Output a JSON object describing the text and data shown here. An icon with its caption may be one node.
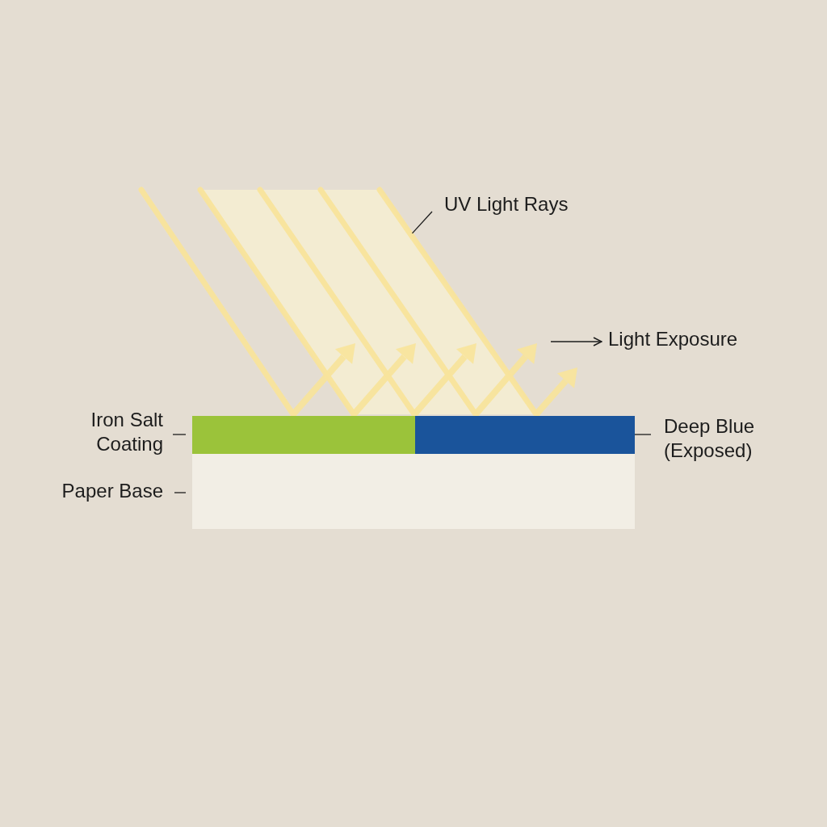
{
  "diagram": {
    "nodes": [
      {
        "text": [
          "UV Light Rays"
        ]
      },
      {
        "text": [],
        "shape": "picture"
      },
      {
        "text": [
          "Light Exposure"
        ]
      },
      {
        "text": [
          "Iron Salt Coating"
        ]
      },
      {
        "text": [],
        "shape": "bar"
      },
      {
        "text": [],
        "shape": "bar"
      },
      {
        "text": [
          "Deep Blue (Exposed)"
        ]
      },
      {
        "text": [
          "Paper Base"
        ]
      },
      {
        "text": [],
        "shape": "box"
      }
    ],
    "edges": [
      {
        "from": 0,
        "to": 1,
        "arrow": "none"
      },
      {
        "from": null,
        "to": 2,
        "arrow": "to"
      },
      {
        "from": 3,
        "to": 4,
        "arrow": "none"
      },
      {
        "from": 6,
        "to": 5,
        "arrow": "none"
      },
      {
        "from": 7,
        "to": 8,
        "arrow": "none"
      }
    ]
  }
}
